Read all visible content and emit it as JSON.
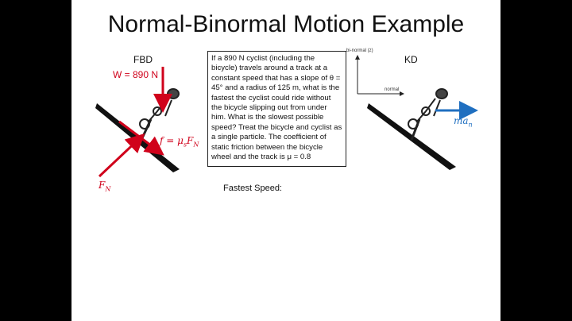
{
  "slide": {
    "title": "Normal-Binormal Motion Example",
    "fbd": {
      "heading": "FBD",
      "weight_label": "W = 890 N",
      "friction_label": "f = μ",
      "friction_sub": "s",
      "friction_rest": "F",
      "friction_rest_sub": "N",
      "normal_label": "F",
      "normal_sub": "N"
    },
    "kd": {
      "heading": "KD",
      "inertia_label": "ma",
      "inertia_sub": "n"
    },
    "axes": {
      "binormal": "bi-normal (z)",
      "normal": "normal"
    },
    "problem_text": "If a 890 N cyclist (including the bicycle) travels around a track at a constant speed that has a slope of θ = 45° and a radius of 125 m, what is the fastest the cyclist could ride without the bicycle slipping out from under him. What is the slowest possible speed? Treat the bicycle and cyclist as a single particle.  The coefficient of static friction between the bicycle wheel and the track is μ = 0.8",
    "fastest_label": "Fastest Speed:",
    "colors": {
      "force": "#d0021b",
      "kinetic": "#1f6fc0"
    }
  }
}
